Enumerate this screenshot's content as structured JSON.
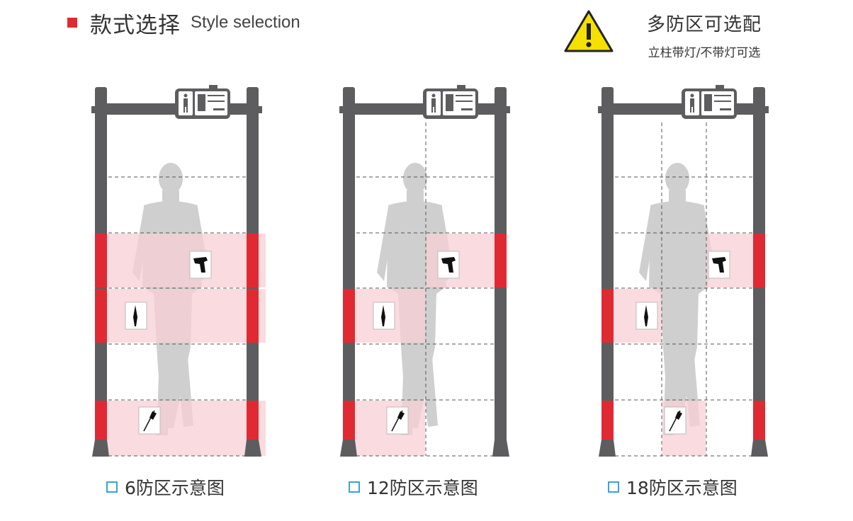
{
  "header": {
    "title": "款式选择",
    "subtitle": "Style selection"
  },
  "notice": {
    "icon": "warning-icon",
    "title": "多防区可选配",
    "subtitle": "立柱带灯/不带灯可选"
  },
  "colors": {
    "accent": "#e02a33",
    "pillar": "#5d5d5f",
    "zone_fill": "#f7cfd6",
    "silhouette": "#cfcfcf",
    "warning": "#f5e100",
    "checkbox": "#3aa3d6"
  },
  "diagrams": [
    {
      "caption": "6防区示意图",
      "columns": 1,
      "items": [
        "gun-icon",
        "knife-icon",
        "screwdriver-icon"
      ]
    },
    {
      "caption": "12防区示意图",
      "columns": 2,
      "items": [
        "gun-icon",
        "knife-icon",
        "screwdriver-icon"
      ]
    },
    {
      "caption": "18防区示意图",
      "columns": 3,
      "items": [
        "gun-icon",
        "knife-icon",
        "screwdriver-icon"
      ]
    }
  ]
}
